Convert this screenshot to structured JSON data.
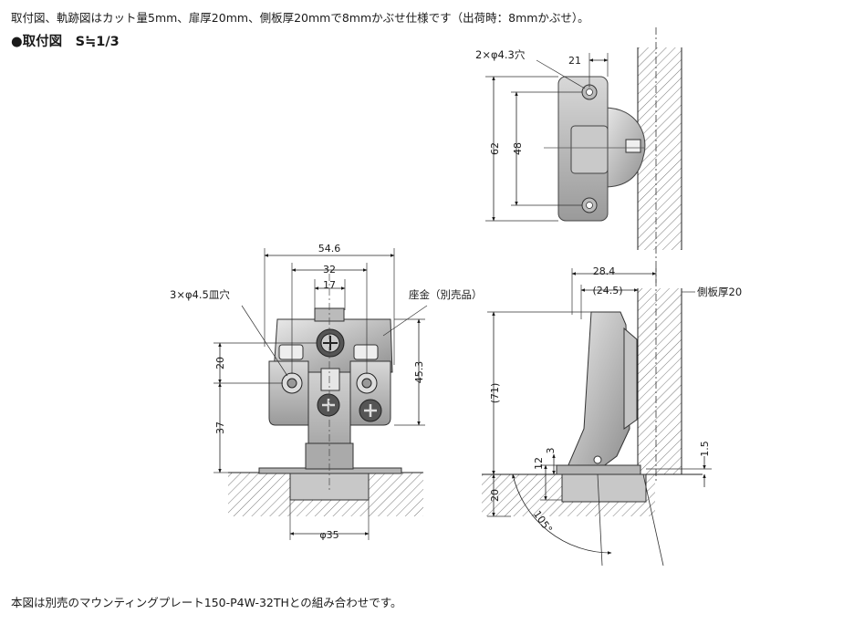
{
  "caption": "取付図、軌跡図はカット量5mm、扉厚20mm、側板厚20mmで8mmかぶせ仕様です（出荷時：8mmかぶせ）。",
  "title": "●取付図　S≒1/3",
  "note": "本図は別売のマウンティングプレート150-P4W-32THとの組み合わせです。",
  "top_view": {
    "hole_label": "2×φ4.3穴",
    "dim_width": "21",
    "dim_total_height": "62",
    "dim_hole_pitch": "48"
  },
  "front_view": {
    "dim_overall": "54.6",
    "dim_32": "32",
    "dim_17": "17",
    "hole_label": "3×φ4.5皿穴",
    "plate_label": "座金（別売品）",
    "dim_20": "20",
    "dim_37": "37",
    "dim_45_3": "45.3",
    "dim_cup": "φ35"
  },
  "side_view": {
    "dim_28_4": "28.4",
    "dim_24_5": "(24.5)",
    "panel_label": "側板厚20",
    "dim_71": "(71)",
    "dim_1_5": "1.5",
    "dim_12": "12",
    "dim_3": "3",
    "dim_20": "20",
    "angle": "105°"
  }
}
